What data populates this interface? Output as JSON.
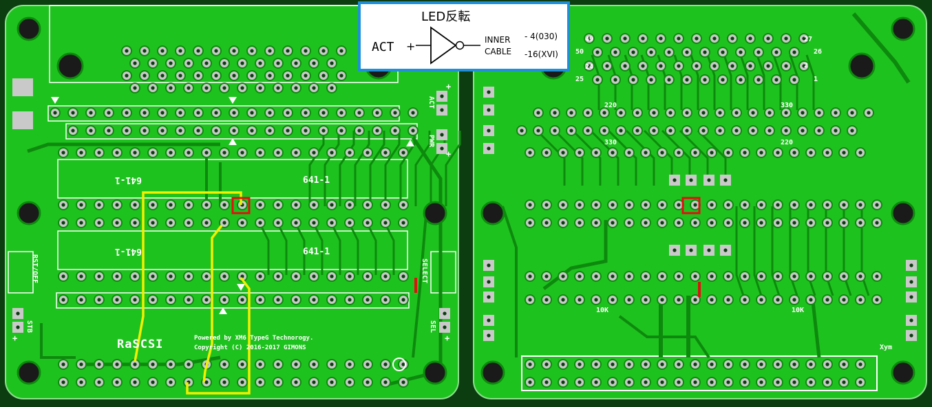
{
  "colors": {
    "background": "#0b3d10",
    "board": "#1ec21e",
    "trace": "#0d8a0d",
    "silkscreen": "#ffffff",
    "pad": "#c9c9c9",
    "wire": "#f2ef00",
    "highlight": "#e01010",
    "callout_border": "#1e8fd8"
  },
  "callout": {
    "title": "LED反転",
    "act_label": "ACT",
    "plus": "+",
    "inner_label_1": "INNER",
    "inner_label_2": "CABLE",
    "pin_label_1": "- 4(030)",
    "pin_label_2": "-16(XVI)"
  },
  "left_board": {
    "chip_top_left": "641-1",
    "chip_top_right": "641-1",
    "chip_bottom_left": "641-1",
    "chip_bottom_right": "641-1",
    "act_label": "ACT",
    "pwr_label": "PWR",
    "rst_label": "RST/OFF",
    "select_label": "SELECT",
    "stb_label": "STB",
    "sel_label": "SEL",
    "plus": "+",
    "logo": "RaSCSI",
    "powered": "Powered by XM6 TypeG Technorogy.",
    "copyright": "Copyright (C) 2016-2017 GIMONS"
  },
  "right_board": {
    "pin_49": "49",
    "pin_50": "50",
    "pin_24": "24",
    "pin_25": "25",
    "pin_27": "27",
    "pin_26": "26",
    "pin_2": "2",
    "pin_1": "1",
    "r220_a": "220",
    "r330_a": "330",
    "r330_b": "330",
    "r220_b": "220",
    "r10k_a": "10K",
    "r10k_b": "10K",
    "xym": "Xym"
  }
}
